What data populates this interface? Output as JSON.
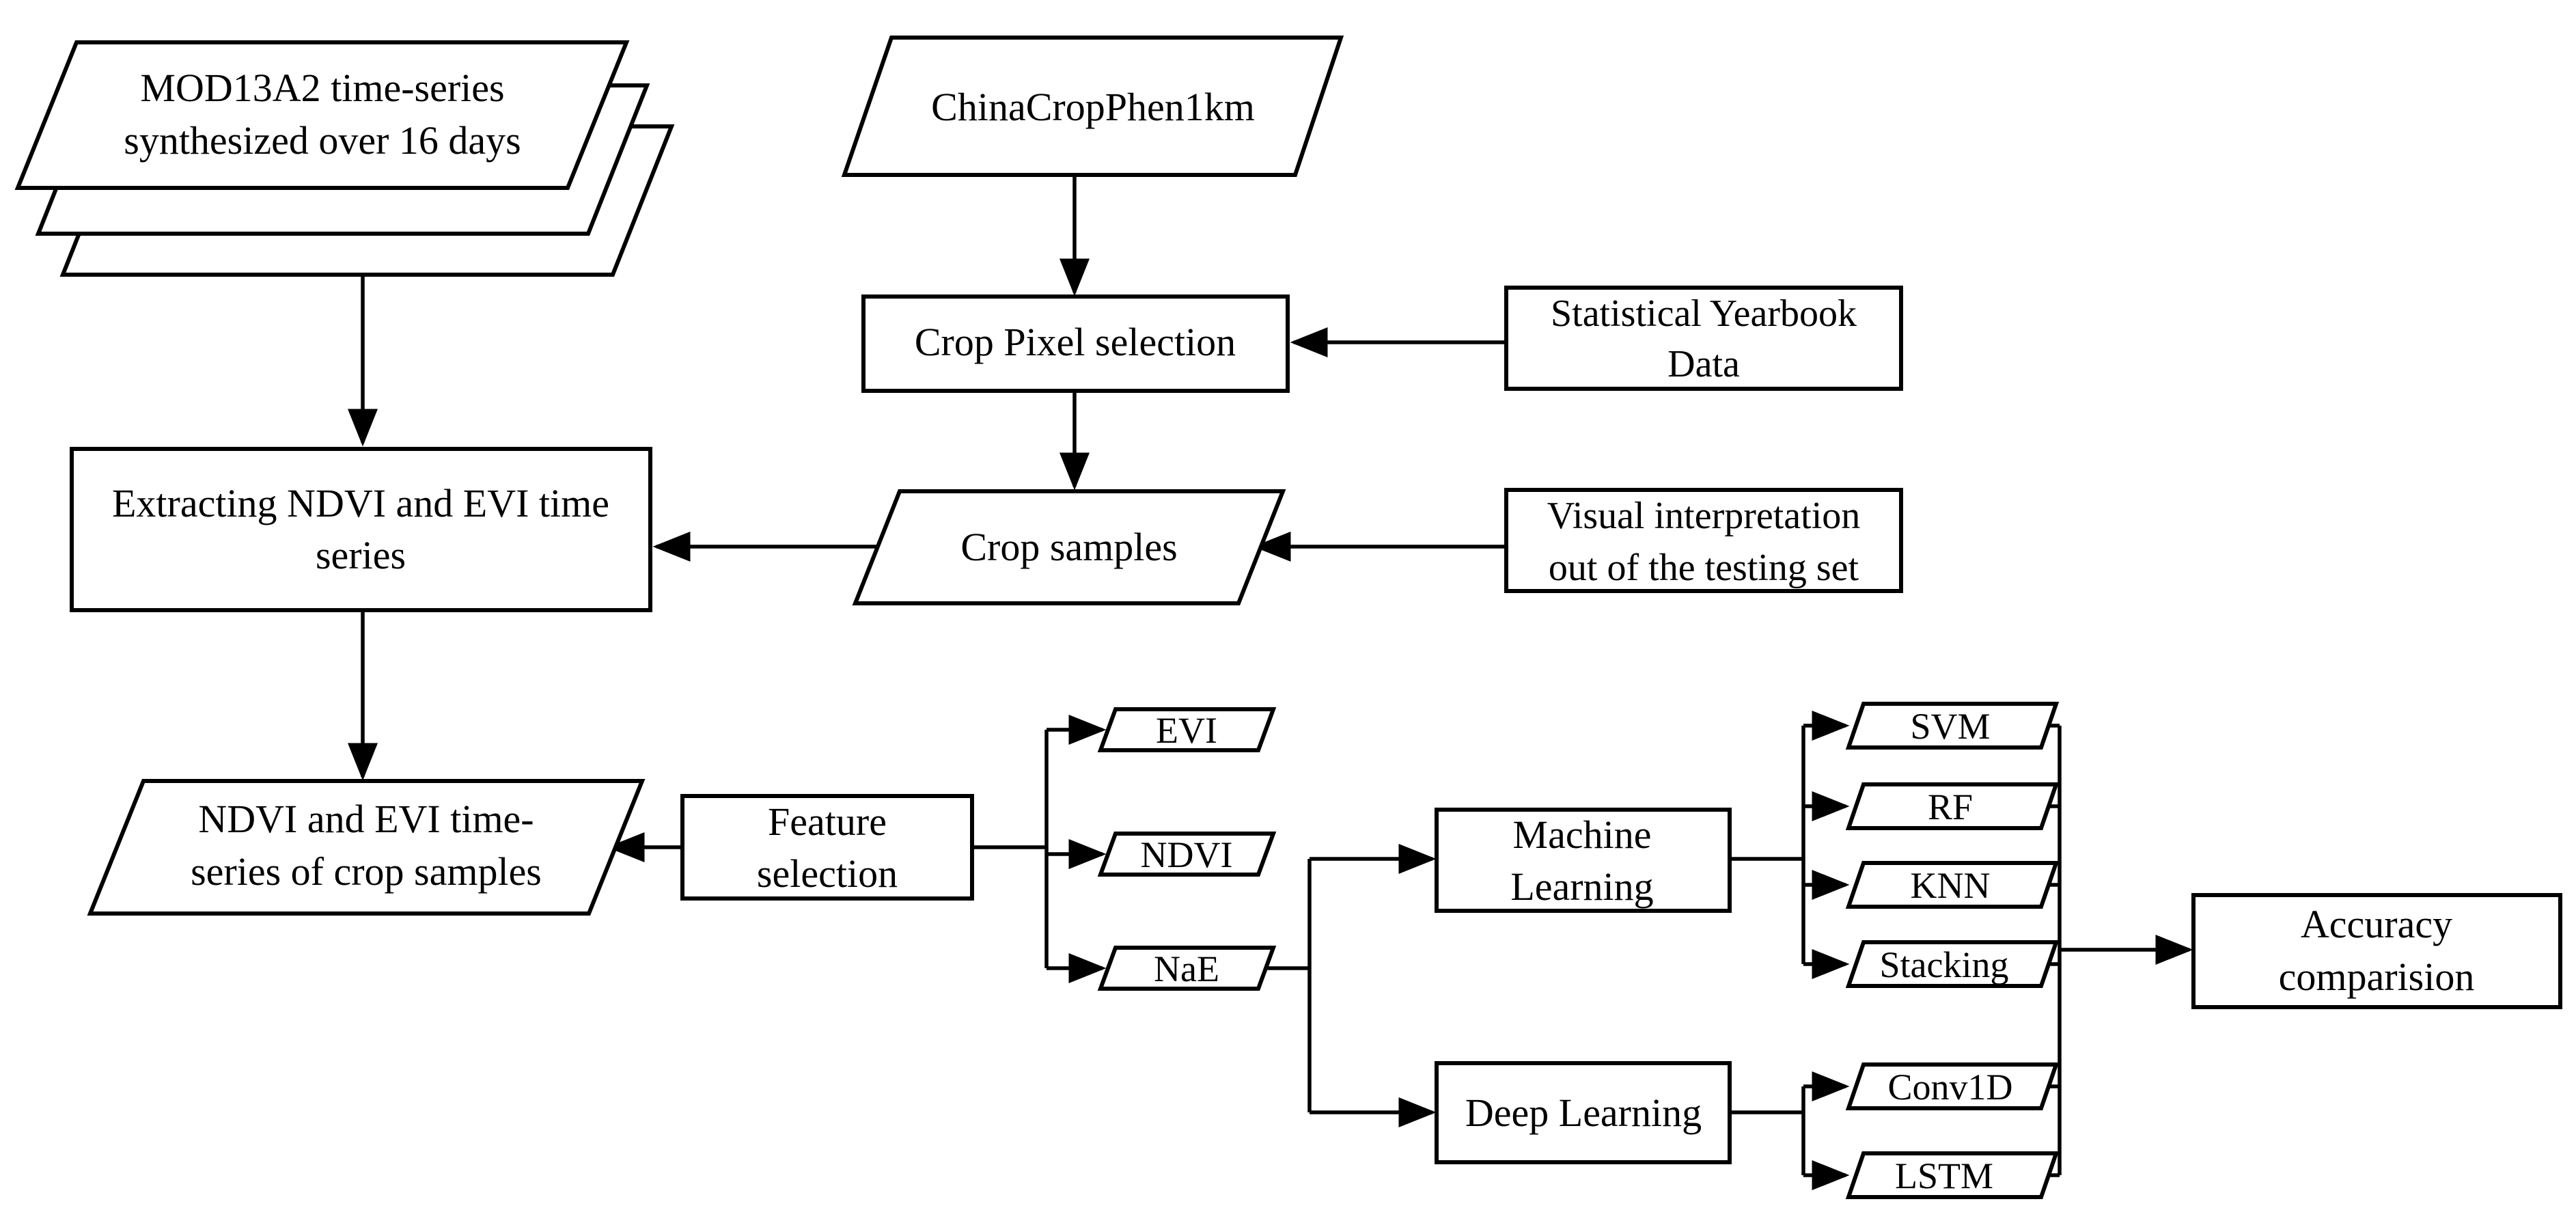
{
  "diagram": {
    "nodes": {
      "mod13a2": {
        "line1": "MOD13A2 time-series",
        "line2": "synthesized over 16 days"
      },
      "chinacropphen": {
        "text": "ChinaCropPhen1km"
      },
      "crop_pixel_selection": {
        "text": "Crop Pixel selection"
      },
      "statistical_yearbook": {
        "line1": "Statistical Yearbook",
        "line2": "Data"
      },
      "extracting": {
        "line1": "Extracting NDVI and EVI time",
        "line2": "series"
      },
      "crop_samples": {
        "text": "Crop samples"
      },
      "visual_interpretation": {
        "line1": "Visual interpretation",
        "line2": "out of the testing set"
      },
      "ndvi_evi_samples": {
        "line1": "NDVI and EVI time-",
        "line2": "series of crop samples"
      },
      "feature_selection": {
        "line1": "Feature",
        "line2": "selection"
      },
      "evi": {
        "text": "EVI"
      },
      "ndvi": {
        "text": "NDVI"
      },
      "nae": {
        "text": "NaE"
      },
      "machine_learning": {
        "line1": "Machine",
        "line2": "Learning"
      },
      "deep_learning": {
        "text": "Deep Learning"
      },
      "svm": {
        "text": "SVM"
      },
      "rf": {
        "text": "RF"
      },
      "knn": {
        "text": "KNN"
      },
      "stacking": {
        "text": "Stacking"
      },
      "conv1d": {
        "text": "Conv1D"
      },
      "lstm": {
        "text": "LSTM"
      },
      "accuracy": {
        "line1": "Accuracy",
        "line2": "comparision"
      }
    },
    "colors": {
      "stroke": "#000000",
      "fill": "#ffffff",
      "text": "#000000"
    }
  }
}
